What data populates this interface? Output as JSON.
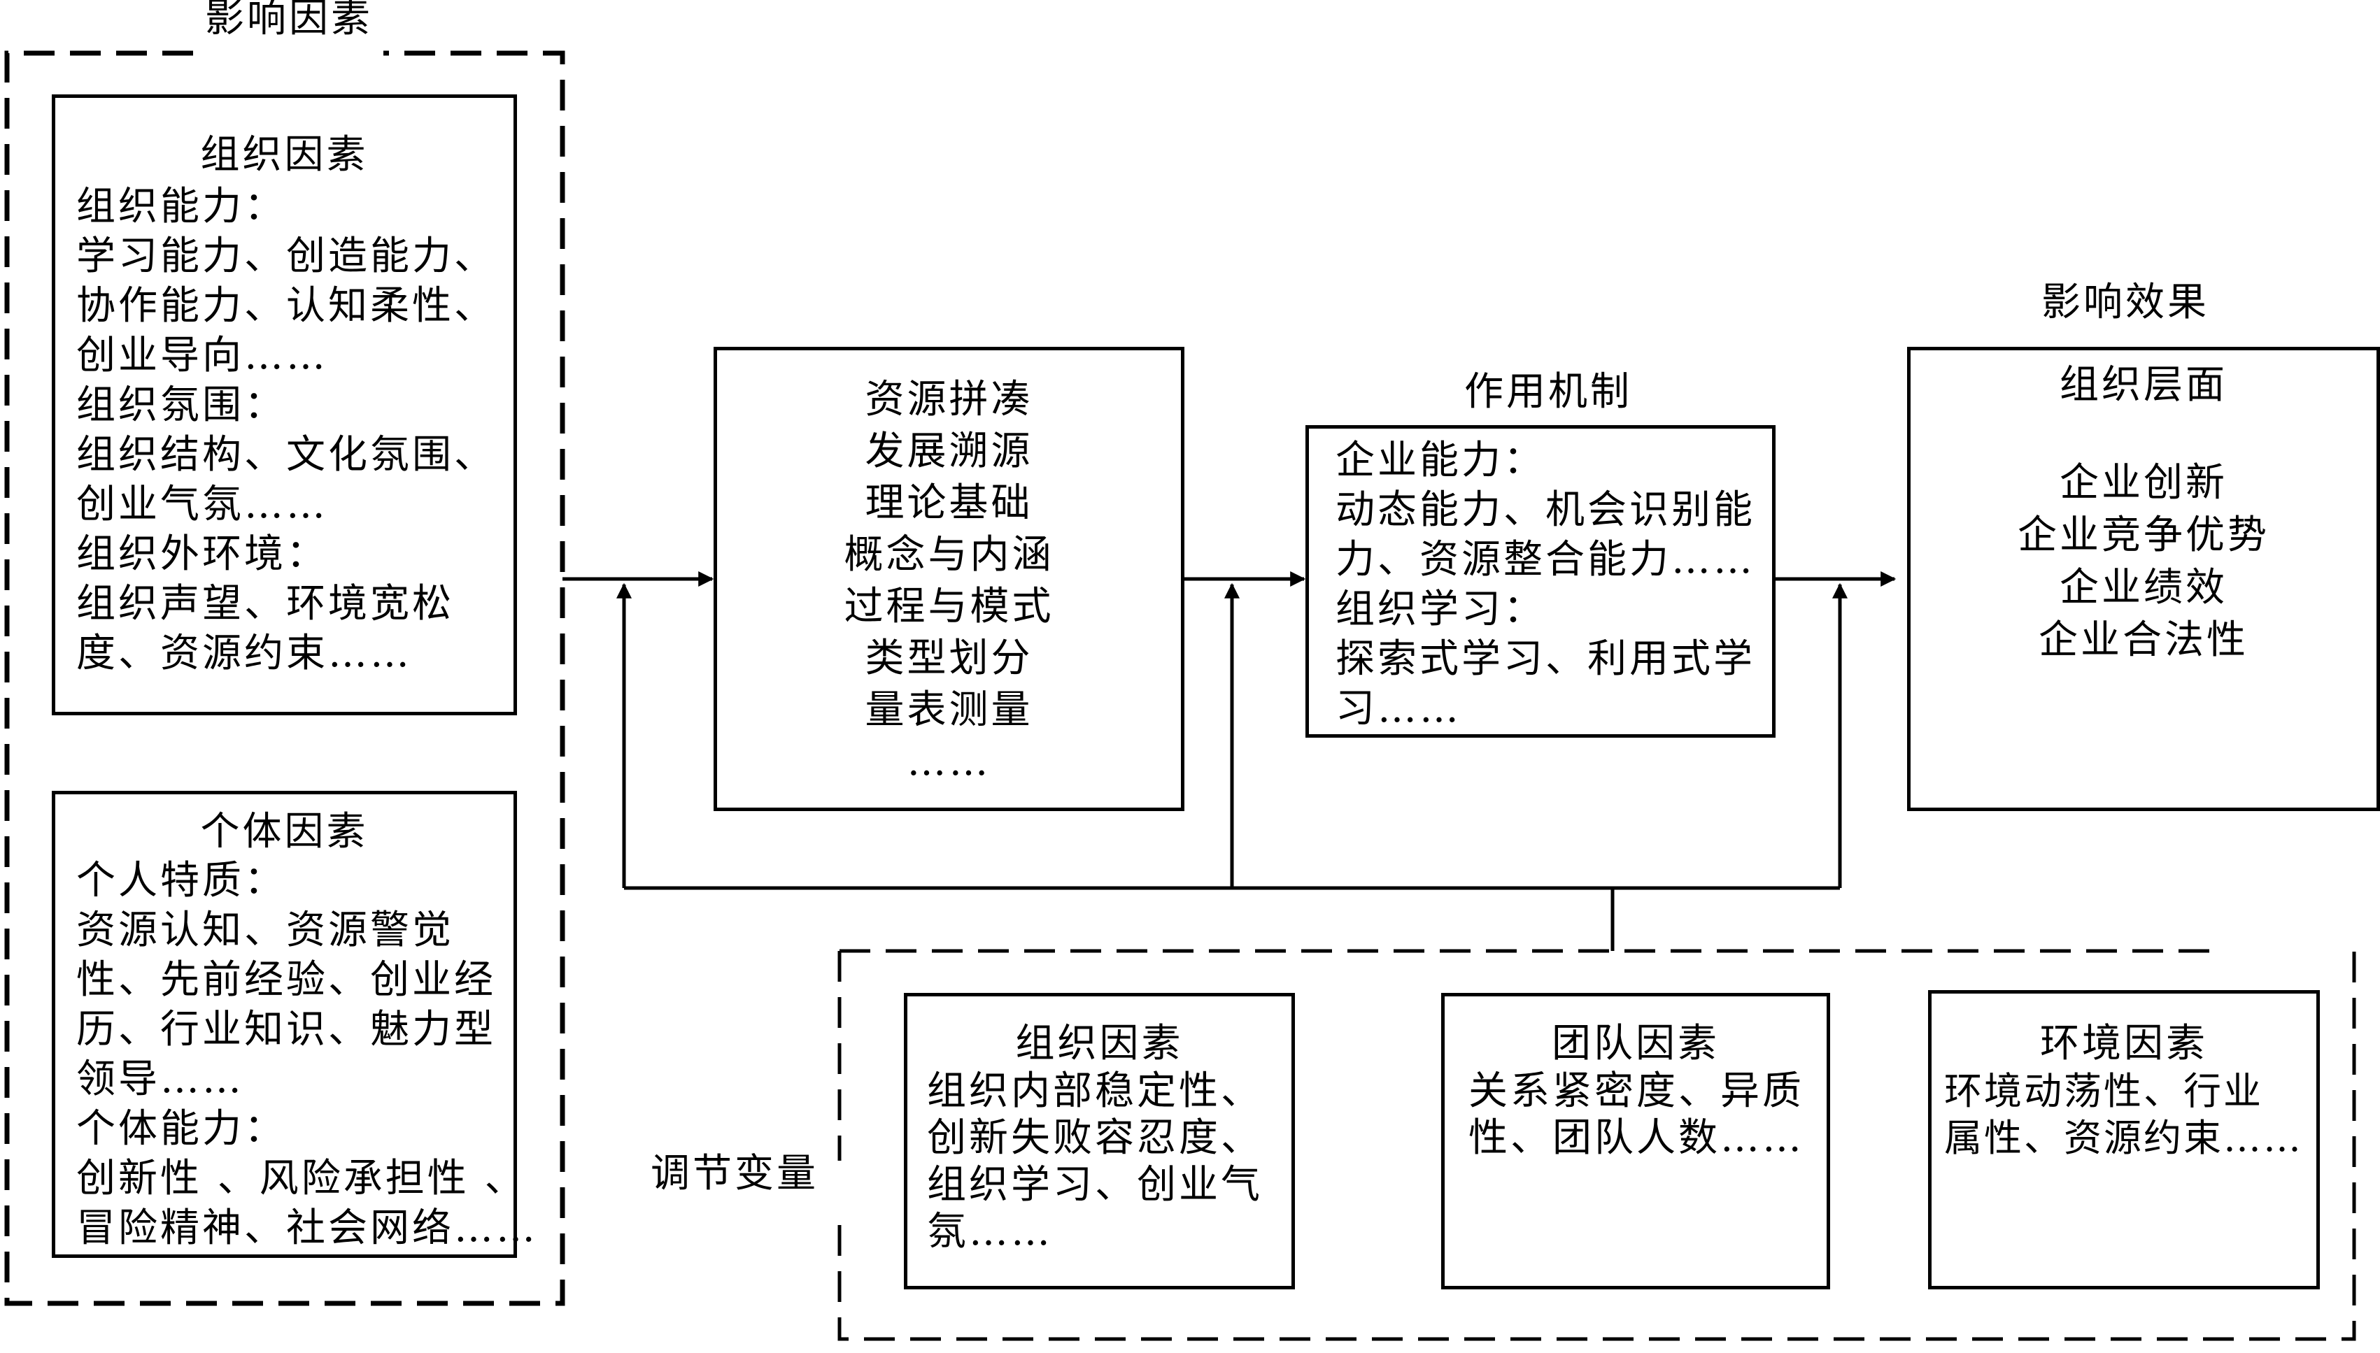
{
  "influence_factors": {
    "title": "影响因素",
    "org": {
      "title": "组织因素",
      "lines": [
        "组织能力：",
        "学习能力、创造能力、",
        "协作能力、认知柔性、",
        "创业导向……",
        "组织氛围：",
        "组织结构、文化氛围、",
        "创业气氛……",
        "组织外环境：",
        "组织声望、环境宽松",
        "度、资源约束……"
      ]
    },
    "individual": {
      "title": "个体因素",
      "lines": [
        "个人特质：",
        "资源认知、资源警觉",
        "性、先前经验、创业经",
        "历、行业知识、魅力型",
        "领导……",
        "个体能力：",
        "创新性 、风险承担性 、",
        "冒险精神、社会网络……"
      ]
    }
  },
  "core": {
    "lines": [
      "资源拼凑",
      "发展溯源",
      "理论基础",
      "概念与内涵",
      "过程与模式",
      "类型划分",
      "量表测量",
      "……"
    ]
  },
  "mechanism": {
    "title": "作用机制",
    "lines": [
      "企业能力：",
      "动态能力、机会识别能",
      "力、资源整合能力……",
      "组织学习：",
      "探索式学习、利用式学",
      "习……"
    ]
  },
  "effects": {
    "title": "影响效果",
    "subtitle": "组织层面",
    "lines": [
      "企业创新",
      "企业竞争优势",
      "企业绩效",
      "企业合法性"
    ]
  },
  "moderators": {
    "title": "调节变量",
    "org": {
      "title": "组织因素",
      "lines": [
        "组织内部稳定性、",
        "创新失败容忍度、",
        "组织学习、创业气",
        "氛……"
      ]
    },
    "team": {
      "title": "团队因素",
      "lines": [
        "关系紧密度、异质",
        "性、团队人数……"
      ]
    },
    "env": {
      "title": "环境因素",
      "lines": [
        "环境动荡性、行业",
        "属性、资源约束……"
      ]
    }
  }
}
